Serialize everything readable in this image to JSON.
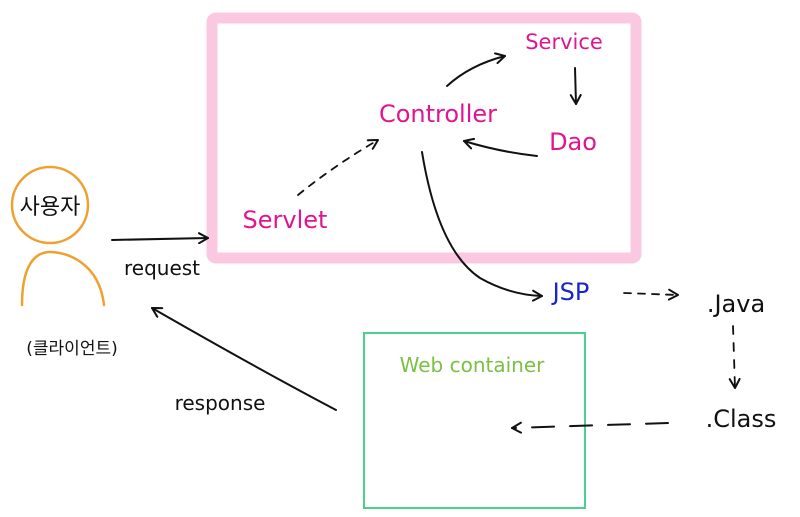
{
  "labels": {
    "user": "사용자",
    "client": "(클라이언트)",
    "request": "request",
    "response": "response",
    "servlet": "Servlet",
    "controller": "Controller",
    "service": "Service",
    "dao": "Dao",
    "jsp": "JSP",
    "java": ".Java",
    "class": ".Class",
    "web_container": "Web container"
  },
  "colors": {
    "pink": "#e0168f",
    "pink_box": "#fbc8e2",
    "blue": "#1a24c8",
    "green": "#7bc043",
    "green_box": "#4cd08e",
    "orange": "#f0a030",
    "ink": "#111111"
  }
}
